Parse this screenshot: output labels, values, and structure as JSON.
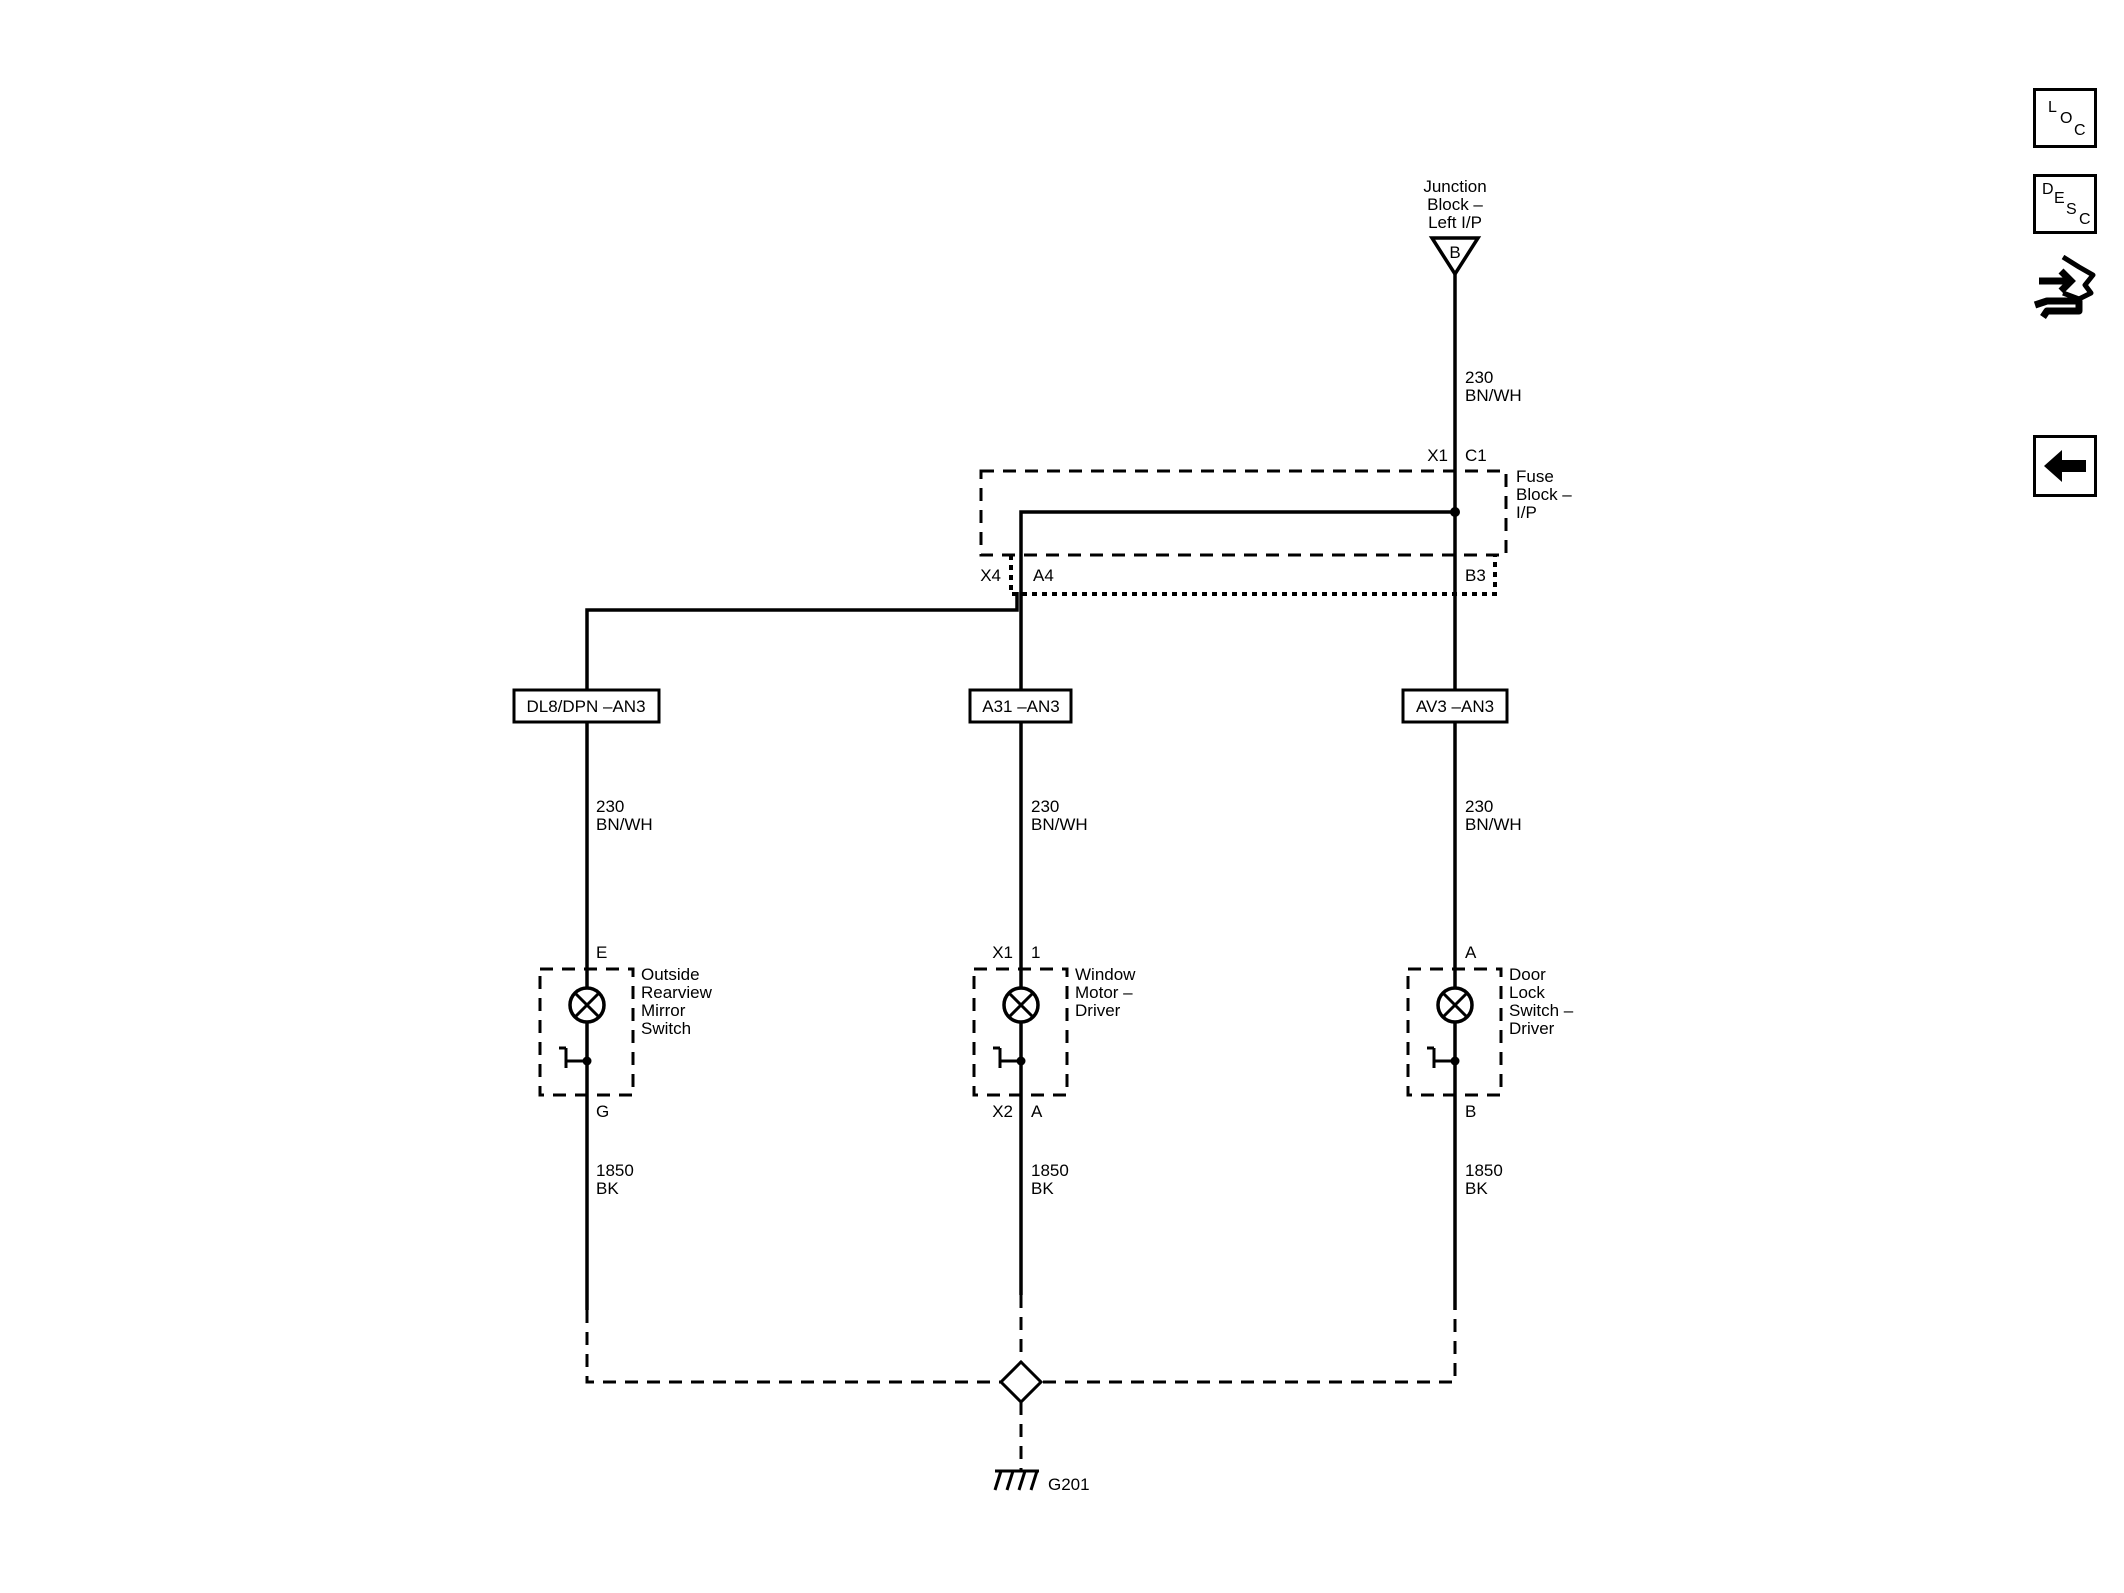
{
  "nav": {
    "loc": [
      "L",
      "O",
      "C"
    ],
    "desc": [
      "D",
      "E",
      "S",
      "C"
    ]
  },
  "junction_block": {
    "label": [
      "Junction",
      "Block –",
      "Left I/P"
    ],
    "pin": "B"
  },
  "top_wire": {
    "circuit": "230",
    "color": "BN/WH"
  },
  "fuse_block": {
    "label": [
      "Fuse",
      "Block –",
      "I/P"
    ],
    "conn_x1": "X1",
    "pin_c1": "C1",
    "conn_x4": "X4",
    "pin_a4": "A4",
    "pin_b3": "B3"
  },
  "options": [
    "DL8/DPN –AN3",
    "A31 –AN3",
    "AV3 –AN3"
  ],
  "branches": [
    {
      "power_circuit": "230",
      "power_color": "BN/WH",
      "top_conn": "",
      "top_pin": "E",
      "device": [
        "Outside",
        "Rearview",
        "Mirror",
        "Switch"
      ],
      "bottom_conn": "",
      "bottom_pin": "G",
      "ground_circuit": "1850",
      "ground_color": "BK"
    },
    {
      "power_circuit": "230",
      "power_color": "BN/WH",
      "top_conn": "X1",
      "top_pin": "1",
      "device": [
        "Window",
        "Motor –",
        "Driver"
      ],
      "bottom_conn": "X2",
      "bottom_pin": "A",
      "ground_circuit": "1850",
      "ground_color": "BK"
    },
    {
      "power_circuit": "230",
      "power_color": "BN/WH",
      "top_conn": "",
      "top_pin": "A",
      "device": [
        "Door",
        "Lock",
        "Switch –",
        "Driver"
      ],
      "bottom_conn": "",
      "bottom_pin": "B",
      "ground_circuit": "1850",
      "ground_color": "BK"
    }
  ],
  "ground": {
    "label": "G201"
  }
}
